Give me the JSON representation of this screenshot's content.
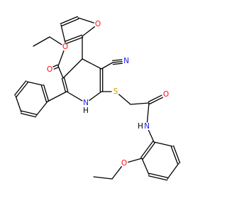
{
  "colors": {
    "bond": "#000000",
    "oxygen": "#ff0d0d",
    "nitrogen": "#1a1aff",
    "sulfur": "#c8a000",
    "carbon": "#000000"
  },
  "atom_labels": {
    "ester_ether_o": "O",
    "ester_carbonyl_o": "O",
    "furan_o": "O",
    "nitrile_n": "N",
    "ring_n": "N",
    "ring_nh_h": "H",
    "thioether_s": "S",
    "amide_o": "O",
    "amide_n": "N",
    "amide_nh_h": "H",
    "phenoxy_o": "O"
  }
}
